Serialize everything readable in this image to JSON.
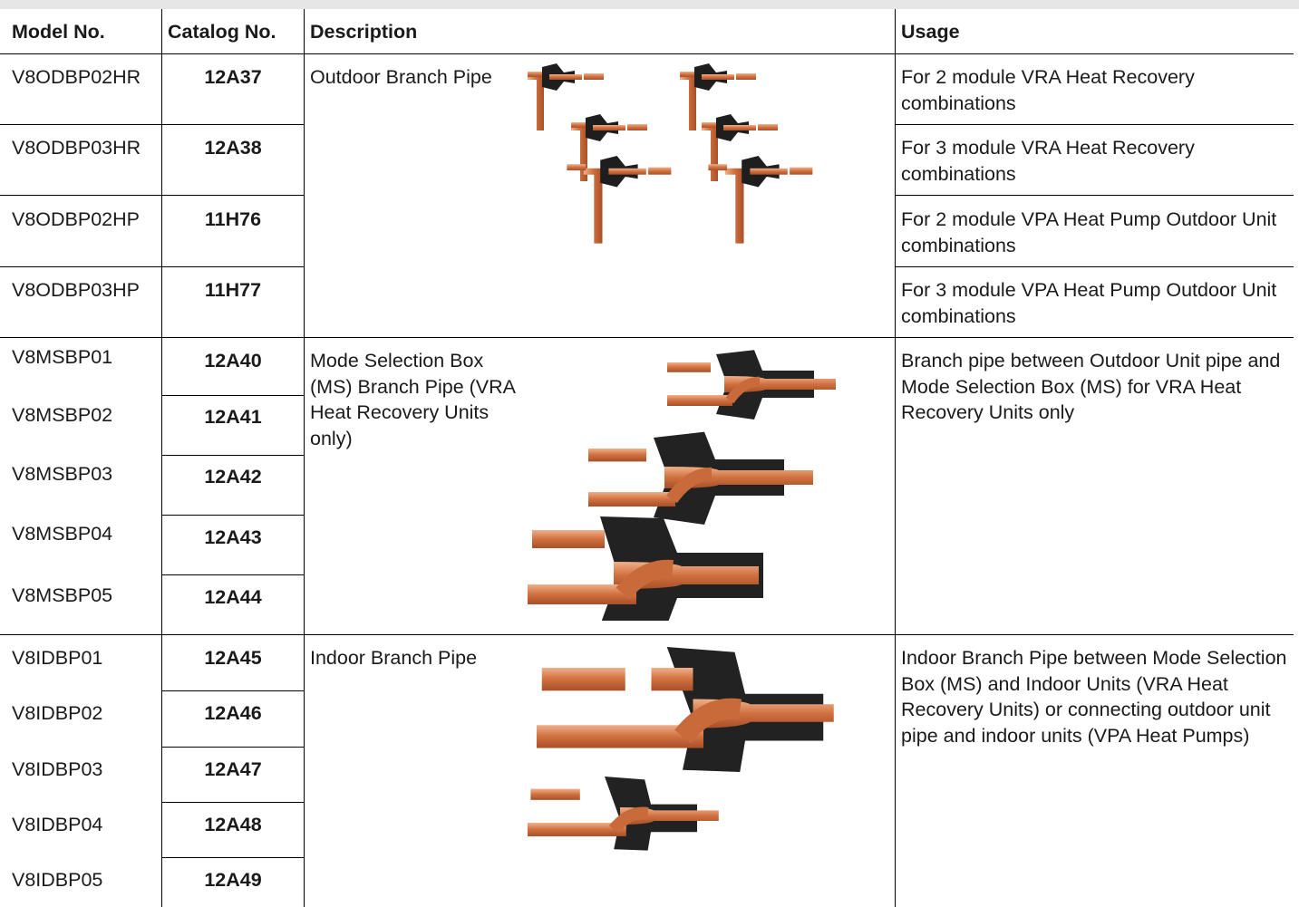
{
  "columns": {
    "model": "Model No.",
    "catalog": "Catalog No.",
    "description": "Description",
    "usage": "Usage"
  },
  "groups": [
    {
      "description": "Outdoor Branch Pipe",
      "image": "outdoor-branch-pipe-kits-photo",
      "rows": [
        {
          "model": "V8ODBP02HR",
          "catalog": "12A37",
          "usage": "For 2 module VRA Heat Recovery combinations"
        },
        {
          "model": "V8ODBP03HR",
          "catalog": "12A38",
          "usage": "For 3 module VRA Heat Recovery combinations"
        },
        {
          "model": "V8ODBP02HP",
          "catalog": "11H76",
          "usage": "For 2 module VPA Heat Pump Outdoor Unit combinations"
        },
        {
          "model": "V8ODBP03HP",
          "catalog": "11H77",
          "usage": "For 3 module VPA Heat Pump Outdoor Unit combinations"
        }
      ]
    },
    {
      "description": "Mode Selection Box (MS) Branch Pipe (VRA Heat Recovery Units only)",
      "image": "ms-branch-pipe-photo",
      "usage": "Branch pipe between Outdoor Unit pipe and Mode Selection Box (MS) for VRA Heat Recovery Units only",
      "rows": [
        {
          "model": "V8MSBP01",
          "catalog": "12A40"
        },
        {
          "model": "V8MSBP02",
          "catalog": "12A41"
        },
        {
          "model": "V8MSBP03",
          "catalog": "12A42"
        },
        {
          "model": "V8MSBP04",
          "catalog": "12A43"
        },
        {
          "model": "V8MSBP05",
          "catalog": "12A44"
        }
      ]
    },
    {
      "description": "Indoor Branch Pipe",
      "image": "indoor-branch-pipe-photo",
      "usage": "Indoor Branch Pipe between Mode Selection Box (MS) and Indoor Units (VRA Heat Recovery Units) or connecting outdoor unit pipe and indoor units (VPA Heat Pumps)",
      "rows": [
        {
          "model": "V8IDBP01",
          "catalog": "12A45"
        },
        {
          "model": "V8IDBP02",
          "catalog": "12A46"
        },
        {
          "model": "V8IDBP03",
          "catalog": "12A47"
        },
        {
          "model": "V8IDBP04",
          "catalog": "12A48"
        },
        {
          "model": "V8IDBP05",
          "catalog": "12A49"
        }
      ]
    }
  ]
}
